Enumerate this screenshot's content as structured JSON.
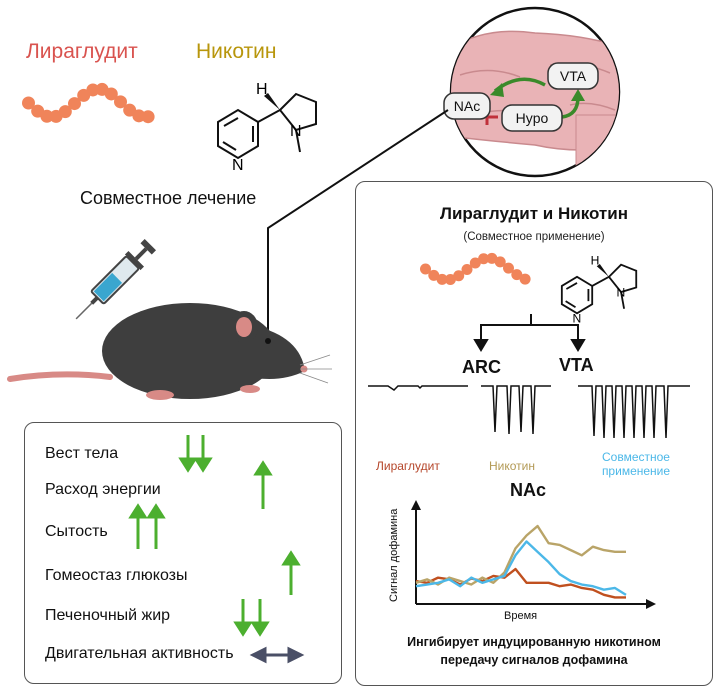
{
  "header": {
    "liraglutide": "Лираглудит",
    "nicotine": "Никотин",
    "co_treatment": "Совместное лечение"
  },
  "brain": {
    "nac": "NAc",
    "vta": "VTA",
    "hypo": "Hypo"
  },
  "effects": [
    {
      "label": "Вест тела",
      "arrow": "down-double"
    },
    {
      "label": "Расход энергии",
      "arrow": "up-single"
    },
    {
      "label": "Сытость",
      "arrow": "up-double"
    },
    {
      "label": "Гомеостаз глюкозы",
      "arrow": "up-single"
    },
    {
      "label": "Печеночный жир",
      "arrow": "down-double"
    },
    {
      "label": "Двигательная активность",
      "arrow": "both-horizontal"
    }
  ],
  "panel": {
    "title": "Лираглудит и Никотин",
    "subtitle": "(Совместное применение)",
    "arc": "ARC",
    "vta": "VTA",
    "nac": "NAc",
    "conclusion_line1": "Ингибирует индуцированную никотином",
    "conclusion_line2": "передачу сигналов дофамина",
    "legend_lira": "Лираглудит",
    "legend_nic": "Никотин",
    "legend_co_line1": "Совместное",
    "legend_co_line2": "применение"
  },
  "colors": {
    "liraglutide": "#c0501f",
    "nicotine": "#b9a468",
    "co": "#4cb8e8",
    "green_arrow": "#4caf2f",
    "grey_arrow": "#4a4f66",
    "bead": "#f0845a"
  },
  "chart_data": {
    "type": "line",
    "title": "NAc",
    "xlabel": "Время",
    "ylabel": "Сигнал дофамина",
    "x": [
      0,
      1,
      2,
      3,
      4,
      5,
      6,
      7,
      8,
      9,
      10,
      11,
      12,
      13,
      14,
      15,
      16,
      17,
      18,
      19
    ],
    "ylim": [
      0,
      10
    ],
    "series": [
      {
        "name": "Лираглудит",
        "color": "#c0501f",
        "values": [
          2.2,
          2.0,
          2.6,
          2.4,
          1.8,
          2.5,
          2.2,
          2.8,
          2.6,
          3.6,
          2.0,
          2.0,
          2.0,
          1.6,
          1.8,
          1.4,
          1.2,
          0.6,
          0.3,
          0.3
        ]
      },
      {
        "name": "Никотин",
        "color": "#b9a468",
        "values": [
          2.0,
          2.4,
          1.8,
          2.6,
          2.2,
          1.8,
          2.6,
          2.0,
          3.2,
          6.0,
          7.5,
          8.6,
          6.6,
          6.4,
          5.8,
          5.2,
          6.2,
          5.8,
          5.6,
          5.6
        ]
      },
      {
        "name": "Совместное применение",
        "color": "#4cb8e8",
        "values": [
          1.6,
          1.8,
          2.0,
          2.4,
          1.6,
          2.6,
          2.0,
          2.4,
          2.8,
          5.2,
          6.8,
          5.6,
          4.4,
          3.0,
          2.2,
          1.8,
          1.6,
          1.2,
          1.4,
          0.6
        ]
      }
    ]
  }
}
